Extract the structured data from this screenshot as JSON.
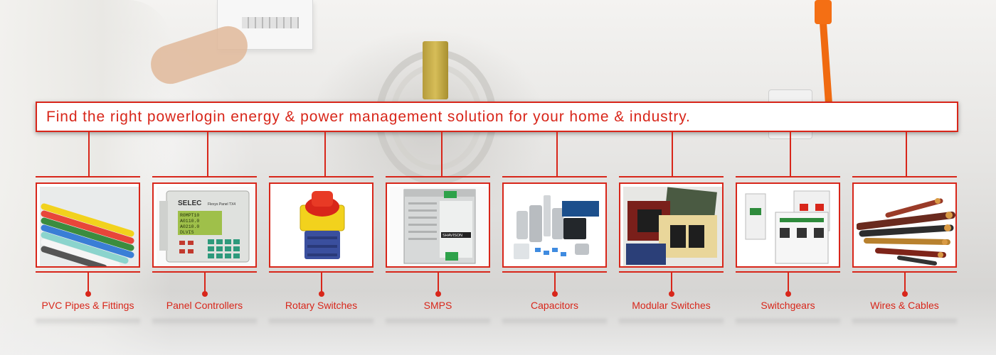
{
  "banner": {
    "text": "Find the right powerlogin energy & power management solution for your home & industry."
  },
  "colors": {
    "accent": "#d8261a",
    "banner_bg": "#ffffff"
  },
  "products": [
    {
      "label": "PVC Pipes & Fittings",
      "icon": "pvc-pipes-icon"
    },
    {
      "label": "Panel Controllers",
      "icon": "panel-controller-icon"
    },
    {
      "label": "Rotary Switches",
      "icon": "rotary-switch-icon"
    },
    {
      "label": "SMPS",
      "icon": "smps-icon"
    },
    {
      "label": "Capacitors",
      "icon": "capacitor-icon"
    },
    {
      "label": "Modular Switches",
      "icon": "modular-switch-icon"
    },
    {
      "label": "Switchgears",
      "icon": "switchgear-icon"
    },
    {
      "label": "Wires & Cables",
      "icon": "wires-cables-icon"
    }
  ],
  "product_images": {
    "panel_controller": {
      "brand": "SELEC",
      "model": "Flexys Panel TX4",
      "screen_lines": [
        "R0MPT10",
        "A0110.0",
        "A0210.0",
        "DLVIS"
      ]
    },
    "smps": {
      "brand": "SHAVISON"
    }
  }
}
